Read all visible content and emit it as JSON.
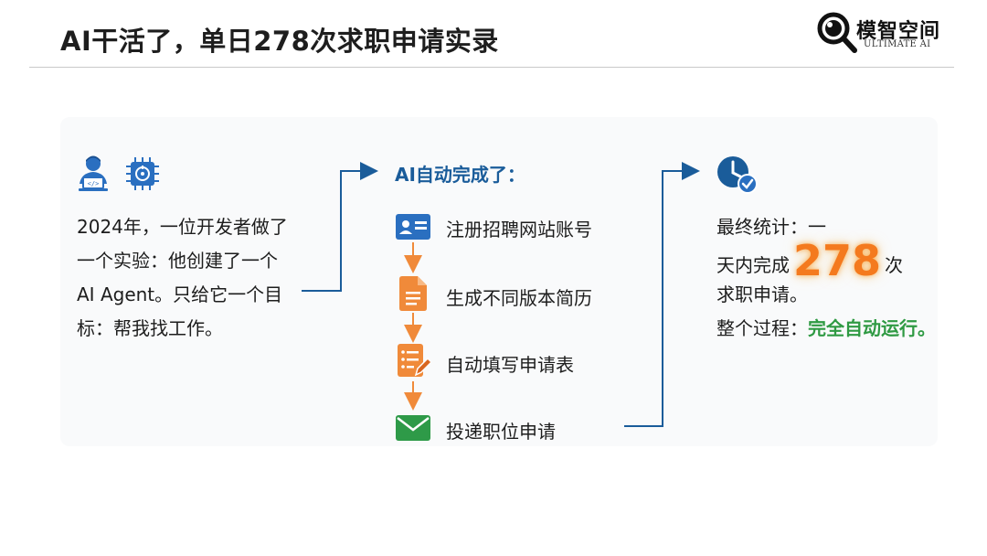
{
  "header": {
    "title": "AI干活了，单日278次求职申请实录",
    "logo_name": "模智空间",
    "logo_sub": "ULTIMATE AI"
  },
  "left": {
    "icons": [
      "developer-icon",
      "chip-icon"
    ],
    "lines": [
      "2024年，一位开发者做了",
      "一个实验：他创建了一个",
      "AI Agent。只给它一个目",
      "标：帮我找工作。"
    ]
  },
  "middle": {
    "title": "AI自动完成了：",
    "steps": [
      {
        "icon": "id-card-icon",
        "label": "注册招聘网站账号"
      },
      {
        "icon": "document-icon",
        "label": "生成不同版本简历"
      },
      {
        "icon": "form-edit-icon",
        "label": "自动填写申请表"
      },
      {
        "icon": "envelope-icon",
        "label": "投递职位申请"
      }
    ]
  },
  "right": {
    "icon": "clock-check-icon",
    "line1": "最终统计：一",
    "line2_pre": "天内完成",
    "number": "278",
    "line2_post": "次",
    "line3": "求职申请。",
    "line4_pre": "整个过程：",
    "line4_highlight": "完全自动运行。"
  },
  "colors": {
    "accent_blue": "#1a5c9a",
    "icon_blue": "#2a6fc0",
    "icon_orange": "#f08a3a",
    "icon_green": "#2e9a48",
    "highlight_orange": "#f47a1e",
    "highlight_green": "#2f9a43"
  }
}
